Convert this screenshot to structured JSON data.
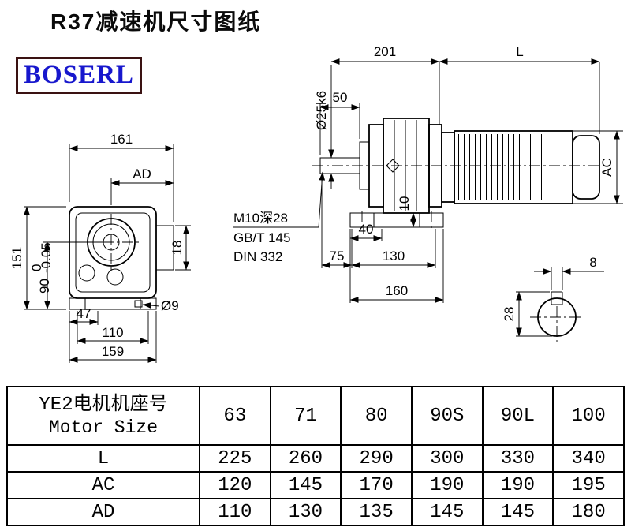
{
  "page": {
    "title": "R37减速机尺寸图纸",
    "brand": "BOSERL"
  },
  "front": {
    "dims": {
      "w161": "161",
      "ad": "AD",
      "h151": "151",
      "d90": "90",
      "d90_tol_top": "0",
      "d90_tol_bot": "-0.05",
      "d47": "47",
      "d110": "110",
      "d159": "159",
      "d18": "18",
      "hole": "Ø9"
    }
  },
  "side": {
    "dims": {
      "d201": "201",
      "L": "L",
      "shaft": "Ø25k6",
      "d50": "50",
      "tap": "M10深28",
      "gb": "GB/T 145",
      "din": "DIN 332",
      "d40": "40",
      "d75": "75",
      "d130": "130",
      "d160": "160",
      "d10": "10",
      "ac": "AC"
    }
  },
  "shaft_end": {
    "key": "8",
    "d28": "28"
  },
  "table": {
    "header_cn": "YE2电机机座号",
    "header_en": "Motor Size",
    "columns": [
      "63",
      "71",
      "80",
      "90S",
      "90L",
      "100"
    ],
    "rows": [
      {
        "label": "L",
        "values": [
          "225",
          "260",
          "290",
          "300",
          "330",
          "340"
        ]
      },
      {
        "label": "AC",
        "values": [
          "120",
          "145",
          "170",
          "190",
          "190",
          "195"
        ]
      },
      {
        "label": "AD",
        "values": [
          "110",
          "130",
          "135",
          "145",
          "145",
          "180"
        ]
      }
    ]
  }
}
